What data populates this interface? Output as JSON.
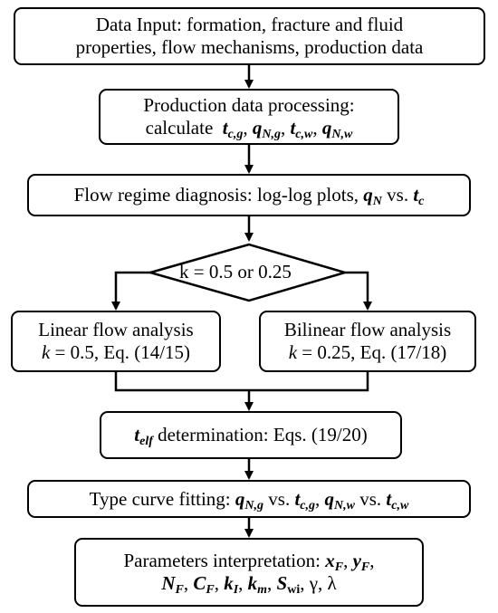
{
  "boxes": {
    "input": {
      "line1": "Data Input: formation, fracture and fluid",
      "line2": "properties, flow mechanisms, production data"
    },
    "processing": {
      "line1": "Production data processing:",
      "line2_prefix": "calculate",
      "vars": [
        "t_c,g",
        "q_N,g",
        "t_c,w",
        "q_N,w"
      ]
    },
    "diagnosis": {
      "text": "Flow regime diagnosis: log-log plots,",
      "vs": "vs."
    },
    "decision": {
      "text": "k = 0.5 or 0.25"
    },
    "linear": {
      "line1": "Linear flow analysis",
      "k": "k",
      "line2": " = 0.5, Eq. (14/15)"
    },
    "bilinear": {
      "line1": "Bilinear flow analysis",
      "k": "k",
      "line2": " = 0.25, Eq. (17/18)"
    },
    "telf": {
      "text": " determination: Eqs. (19/20)"
    },
    "fitting": {
      "text": "Type curve fitting:",
      "vs1": "vs.",
      "vs2": "vs."
    },
    "params": {
      "line1": "Parameters interpretation:",
      "symbols": [
        "γ",
        "λ"
      ]
    }
  }
}
